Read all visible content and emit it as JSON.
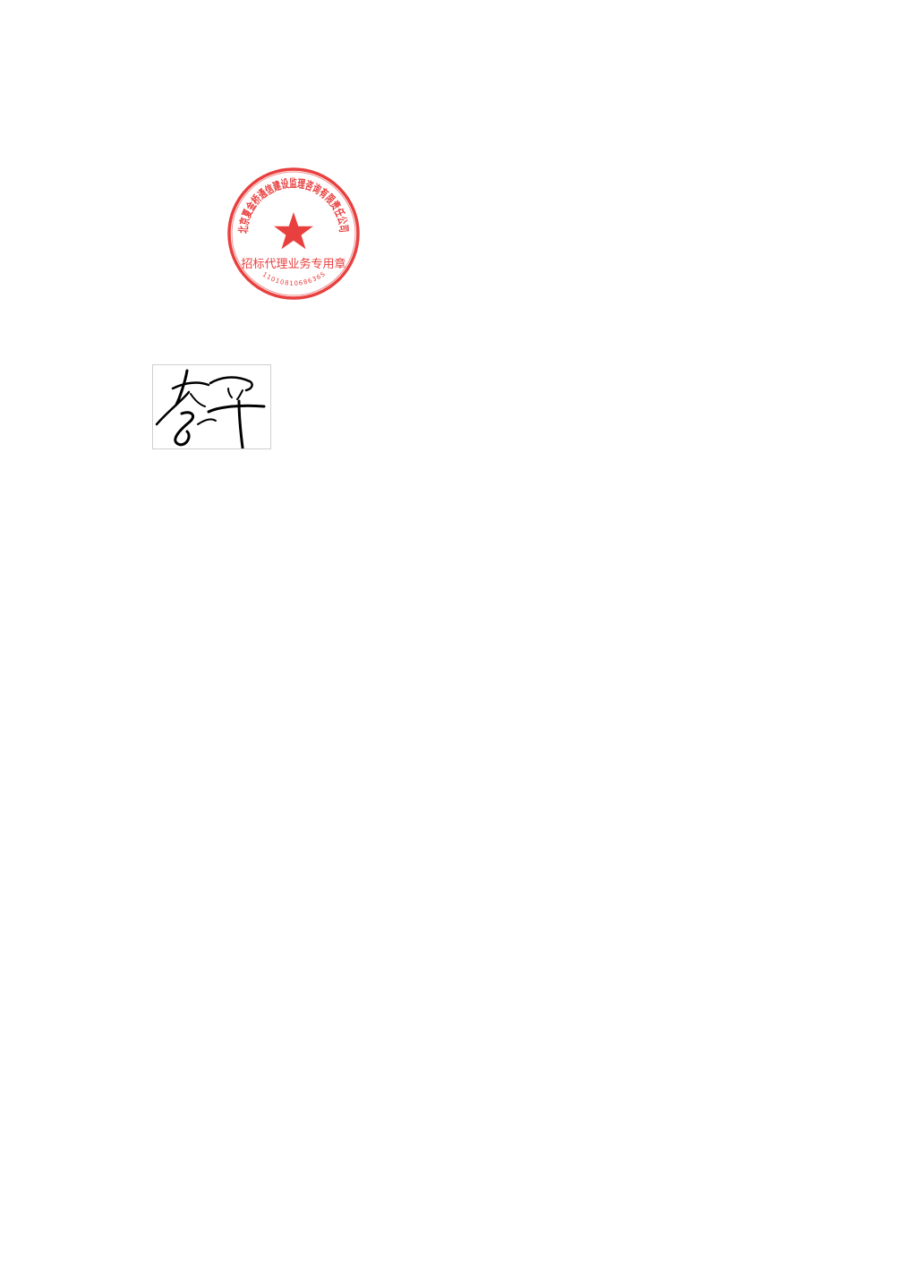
{
  "seal": {
    "color": "#e8403f",
    "org_name": "北京夏金桥通信建设监理咨询有限责任公司",
    "purpose": "招标代理业务专用章",
    "code": "1101081068636S"
  },
  "signature": {
    "text": "李平",
    "ink_color": "#000000"
  }
}
